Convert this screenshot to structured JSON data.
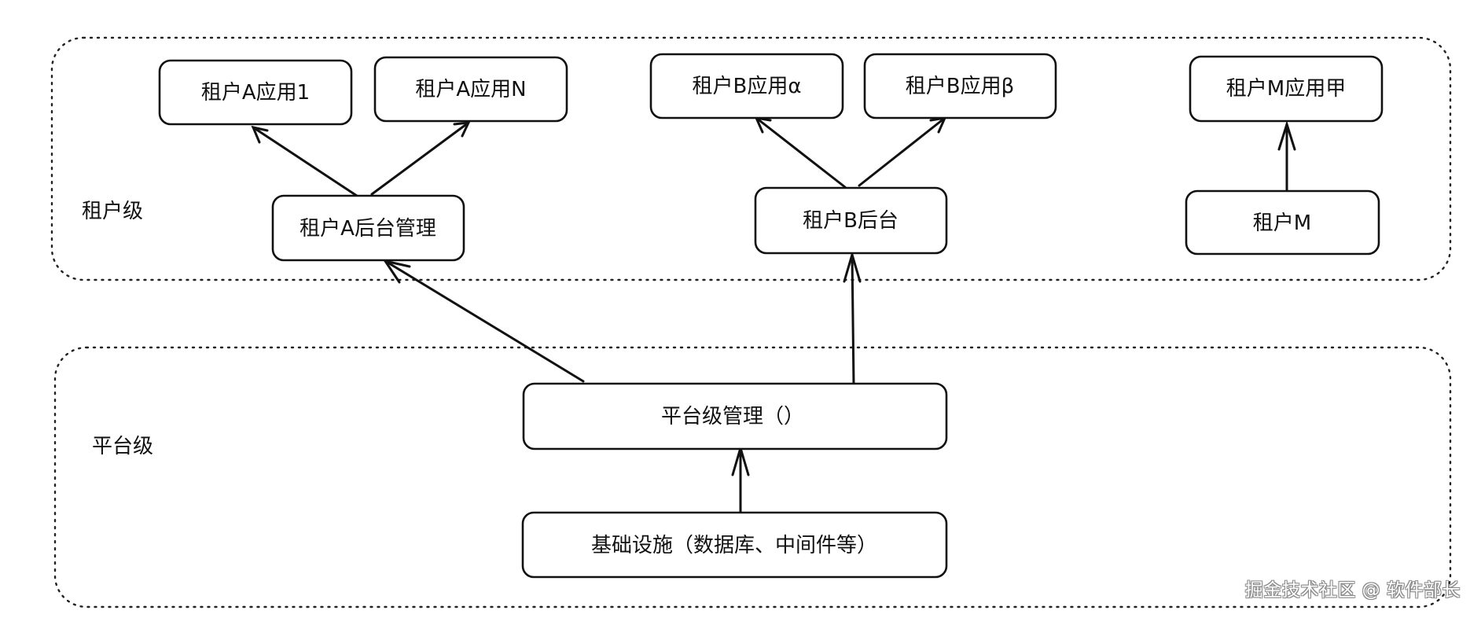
{
  "regions": {
    "tenant": {
      "label": "租户级"
    },
    "platform": {
      "label": "平台级"
    }
  },
  "nodes": {
    "tenant_a_app_1": "租户A应用1",
    "tenant_a_app_n": "租户A应用N",
    "tenant_b_app_alpha": "租户B应用α",
    "tenant_b_app_beta": "租户B应用β",
    "tenant_m_app_jia": "租户M应用甲",
    "tenant_a_backend": "租户A后台管理",
    "tenant_b_backend": "租户B后台",
    "tenant_m": "租户M",
    "platform_mgmt": "平台级管理（）",
    "infrastructure": "基础设施（数据库、中间件等）"
  },
  "edges": [
    {
      "from": "tenant_a_backend",
      "to": "tenant_a_app_1"
    },
    {
      "from": "tenant_a_backend",
      "to": "tenant_a_app_n"
    },
    {
      "from": "tenant_b_backend",
      "to": "tenant_b_app_alpha"
    },
    {
      "from": "tenant_b_backend",
      "to": "tenant_b_app_beta"
    },
    {
      "from": "tenant_m",
      "to": "tenant_m_app_jia"
    },
    {
      "from": "platform_mgmt",
      "to": "tenant_a_backend"
    },
    {
      "from": "platform_mgmt",
      "to": "tenant_b_backend"
    },
    {
      "from": "infrastructure",
      "to": "platform_mgmt"
    }
  ],
  "watermark": "掘金技术社区 @ 软件部长"
}
